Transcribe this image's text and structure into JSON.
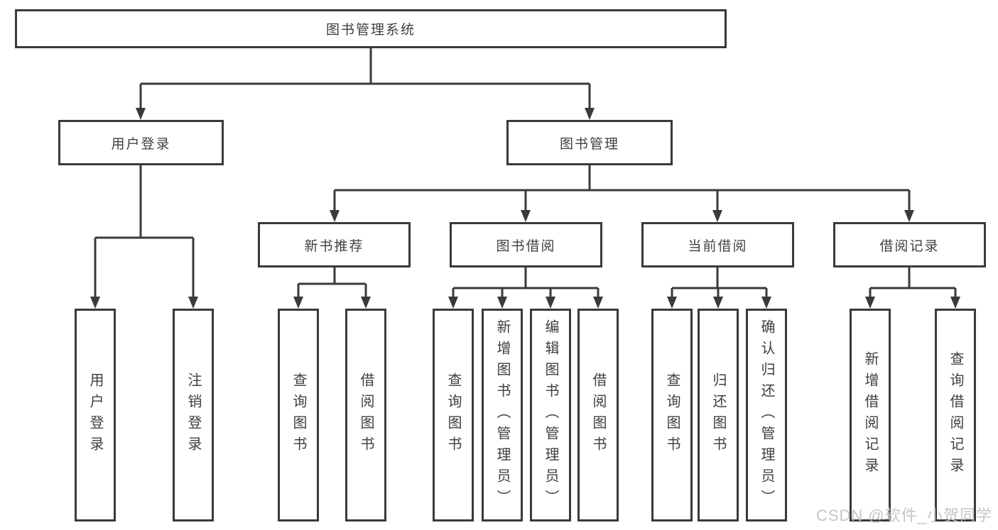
{
  "diagram": {
    "type": "hierarchy-tree",
    "title_node": "图书管理系统",
    "level2": {
      "user_login": "用户登录",
      "book_mgmt": "图书管理"
    },
    "level3": {
      "new_books": "新书推荐",
      "book_borrow": "图书借阅",
      "current_borrow": "当前借阅",
      "borrow_records": "借阅记录"
    },
    "leaves": {
      "user_login": [
        "用户登录",
        "注销登录"
      ],
      "new_books": [
        "查询图书",
        "借阅图书"
      ],
      "book_borrow": [
        "查询图书",
        "新增图书（管理员）",
        "编辑图书（管理员）",
        "借阅图书"
      ],
      "current_borrow": [
        "查询图书",
        "归还图书",
        "确认归还（管理员）"
      ],
      "borrow_records": [
        "新增借阅记录",
        "查询借阅记录"
      ]
    }
  },
  "watermark": "CSDN @软件_小贺同学",
  "colors": {
    "line": "#3a3a3a",
    "box_border": "#3a3a3a",
    "text": "#3f3f3f",
    "background": "#ffffff",
    "watermark": "#c3c3c3"
  }
}
